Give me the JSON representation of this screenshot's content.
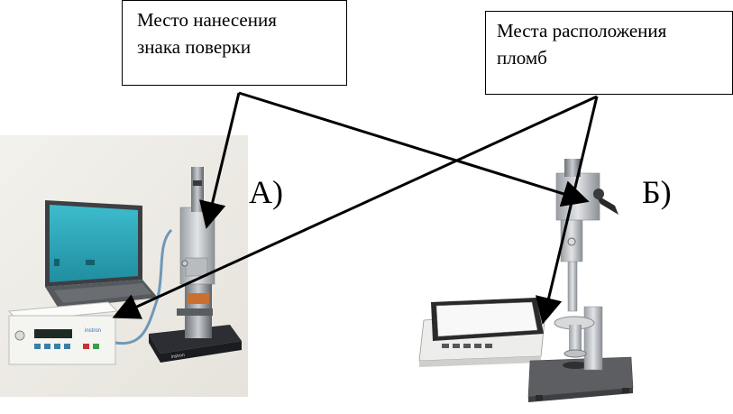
{
  "callouts": {
    "verification_mark": {
      "line1": "Место нанесения",
      "line2": "знака поверки"
    },
    "seal_locations": {
      "line1": "Места расположения",
      "line2": "пломб"
    }
  },
  "labels": {
    "a": "А)",
    "b": "Б)"
  },
  "photo_a": {
    "laptop_brand": "",
    "controller_brand": "instron",
    "base_brand": "instron"
  },
  "colors": {
    "screen": "#2ba6b8",
    "arrow": "#000000",
    "instrument_gray": "#8a8f94",
    "panel": "#f2f2ee"
  }
}
